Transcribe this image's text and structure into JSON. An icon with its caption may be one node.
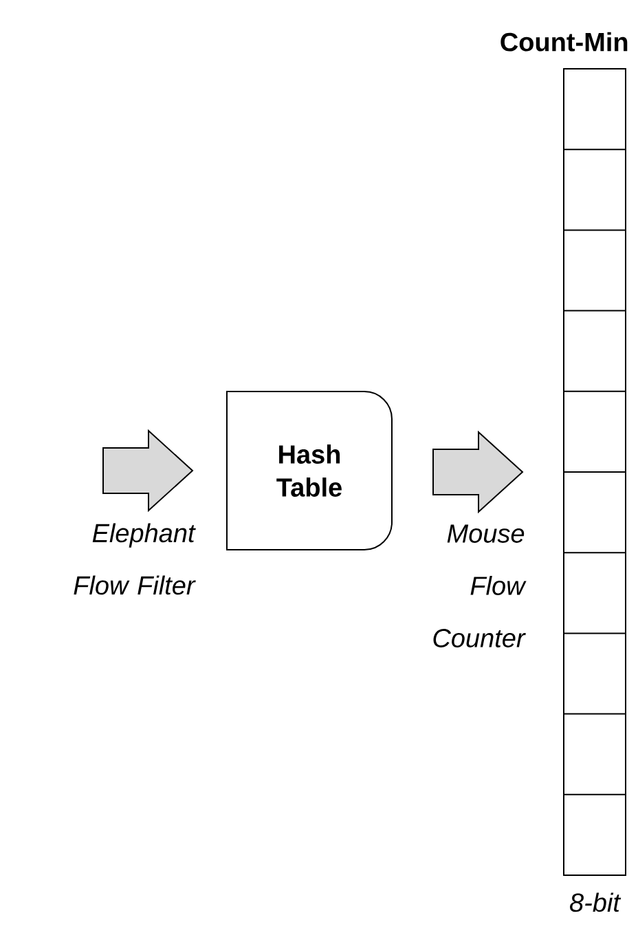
{
  "diagram": {
    "nodes": [
      {
        "text": [
          "Hash Table"
        ]
      },
      {
        "text": [
          "Count-Min"
        ],
        "beside": [
          "8-bit"
        ]
      }
    ],
    "edges": [
      {
        "from": null,
        "to": 0,
        "arrow": "to",
        "label": "Elephant Flow Filter"
      },
      {
        "from": 0,
        "to": 1,
        "arrow": "to",
        "label": "Mouse Flow Counter"
      }
    ]
  }
}
